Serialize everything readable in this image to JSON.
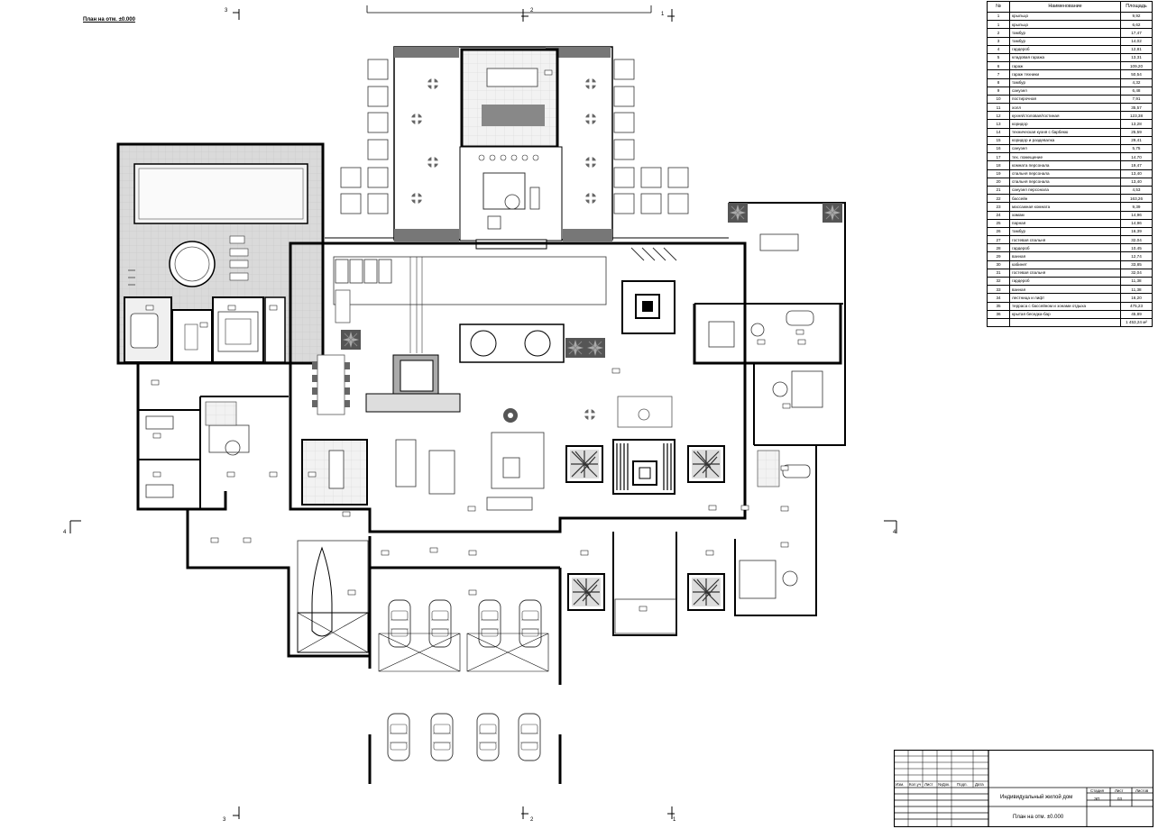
{
  "plan_title": "План на отм. ±0.000",
  "axes": {
    "a3": "3",
    "a2": "2",
    "a1": "1",
    "a4": "4"
  },
  "table": {
    "headers": [
      "№",
      "Наименование",
      "Площадь"
    ],
    "rows": [
      {
        "n": "1",
        "name": "крыльцо",
        "area": "9,92"
      },
      {
        "n": "1",
        "name": "крыльцо",
        "area": "6,62"
      },
      {
        "n": "2",
        "name": "тамбур",
        "area": "17,47"
      },
      {
        "n": "3",
        "name": "тамбур",
        "area": "14,02"
      },
      {
        "n": "4",
        "name": "гардероб",
        "area": "12,81"
      },
      {
        "n": "5",
        "name": "кладовая гаража",
        "area": "13,31"
      },
      {
        "n": "6",
        "name": "гараж",
        "area": "109,20"
      },
      {
        "n": "7",
        "name": "гараж техники",
        "area": "50,54"
      },
      {
        "n": "8",
        "name": "тамбур",
        "area": "4,32"
      },
      {
        "n": "9",
        "name": "санузел",
        "area": "6,48"
      },
      {
        "n": "10",
        "name": "постирочная",
        "area": "7,91"
      },
      {
        "n": "11",
        "name": "холл",
        "area": "35,57"
      },
      {
        "n": "12",
        "name": "кухня/столовая/гостиная",
        "area": "123,38"
      },
      {
        "n": "13",
        "name": "коридор",
        "area": "13,28"
      },
      {
        "n": "14",
        "name": "техническая кухня с барбекю",
        "area": "25,59"
      },
      {
        "n": "15",
        "name": "коридор и раздевалка",
        "area": "29,41"
      },
      {
        "n": "16",
        "name": "санузел",
        "area": "5,75"
      },
      {
        "n": "17",
        "name": "тех. помещение",
        "area": "14,70"
      },
      {
        "n": "18",
        "name": "комната персонала",
        "area": "19,47"
      },
      {
        "n": "19",
        "name": "спальня персонала",
        "area": "13,40"
      },
      {
        "n": "20",
        "name": "спальня персонала",
        "area": "13,40"
      },
      {
        "n": "21",
        "name": "санузел персонала",
        "area": "4,53"
      },
      {
        "n": "22",
        "name": "бассейн",
        "area": "163,26"
      },
      {
        "n": "23",
        "name": "массажная комната",
        "area": "9,39"
      },
      {
        "n": "24",
        "name": "хамам",
        "area": "14,96"
      },
      {
        "n": "25",
        "name": "парная",
        "area": "14,96"
      },
      {
        "n": "26",
        "name": "тамбур",
        "area": "16,39"
      },
      {
        "n": "27",
        "name": "гостевая спальня",
        "area": "32,04"
      },
      {
        "n": "28",
        "name": "гардероб",
        "area": "10,45"
      },
      {
        "n": "29",
        "name": "ванная",
        "area": "12,74"
      },
      {
        "n": "30",
        "name": "кабинет",
        "area": "33,85"
      },
      {
        "n": "31",
        "name": "гостевая спальня",
        "area": "32,04"
      },
      {
        "n": "32",
        "name": "гардероб",
        "area": "11,38"
      },
      {
        "n": "33",
        "name": "ванная",
        "area": "11,38"
      },
      {
        "n": "34",
        "name": "лестница и лифт",
        "area": "16,20"
      },
      {
        "n": "35",
        "name": "терраса с бассейном и зонами отдыха",
        "area": "475,23"
      },
      {
        "n": "36",
        "name": "крытая беседка-бар",
        "area": "45,89"
      }
    ],
    "total": "1 453,24 м²"
  },
  "title_block": {
    "cols": [
      "Изм.",
      "Кол.уч",
      "Лист",
      "№Док.",
      "Подп.",
      "Дата"
    ],
    "project": "Индивидуальный жилой дом",
    "sheet_title": "План на отм. ±0.000",
    "stage_label": "Стадия",
    "sheet_label": "Лист",
    "sheets_label": "Листов",
    "stage": "ЭП",
    "sheet": "03"
  },
  "colors": {
    "wall": "#000000",
    "tile": "#d9d9d9",
    "furniture": "#555555",
    "pool_water": "#eeeeee"
  }
}
